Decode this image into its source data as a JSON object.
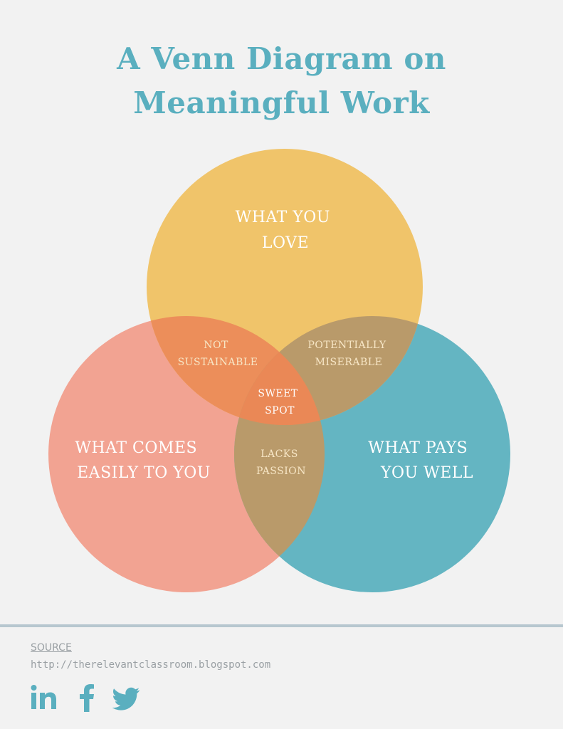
{
  "title": {
    "line1": "A Venn Diagram on",
    "line2": "Meaningful Work"
  },
  "circles": {
    "love": {
      "line1": "WHAT YOU",
      "line2": "LOVE",
      "color": "#f0c46a"
    },
    "easy": {
      "line1": "WHAT COMES",
      "line2": "EASILY TO YOU",
      "color": "#f2a392"
    },
    "pays": {
      "line1": "WHAT PAYS",
      "line2": "YOU WELL",
      "color": "#64b5c2"
    }
  },
  "overlaps": {
    "love_easy": {
      "line1": "NOT",
      "line2": "SUSTAINABLE",
      "color": "#ec8e5a"
    },
    "love_pays": {
      "line1": "POTENTIALLY",
      "line2": "MISERABLE",
      "color": "#b99a6a"
    },
    "easy_pays": {
      "line1": "LACKS",
      "line2": "PASSION",
      "color": "#b99a6a"
    },
    "center": {
      "line1": "SWEET",
      "line2": "SPOT",
      "color": "#ea8856"
    }
  },
  "footer": {
    "source_label": "SOURCE",
    "source_url": "http://therelevantclassroom.blogspot.com"
  },
  "social": [
    "linkedin-icon",
    "facebook-icon",
    "twitter-icon"
  ],
  "accent_color": "#5aafbf"
}
